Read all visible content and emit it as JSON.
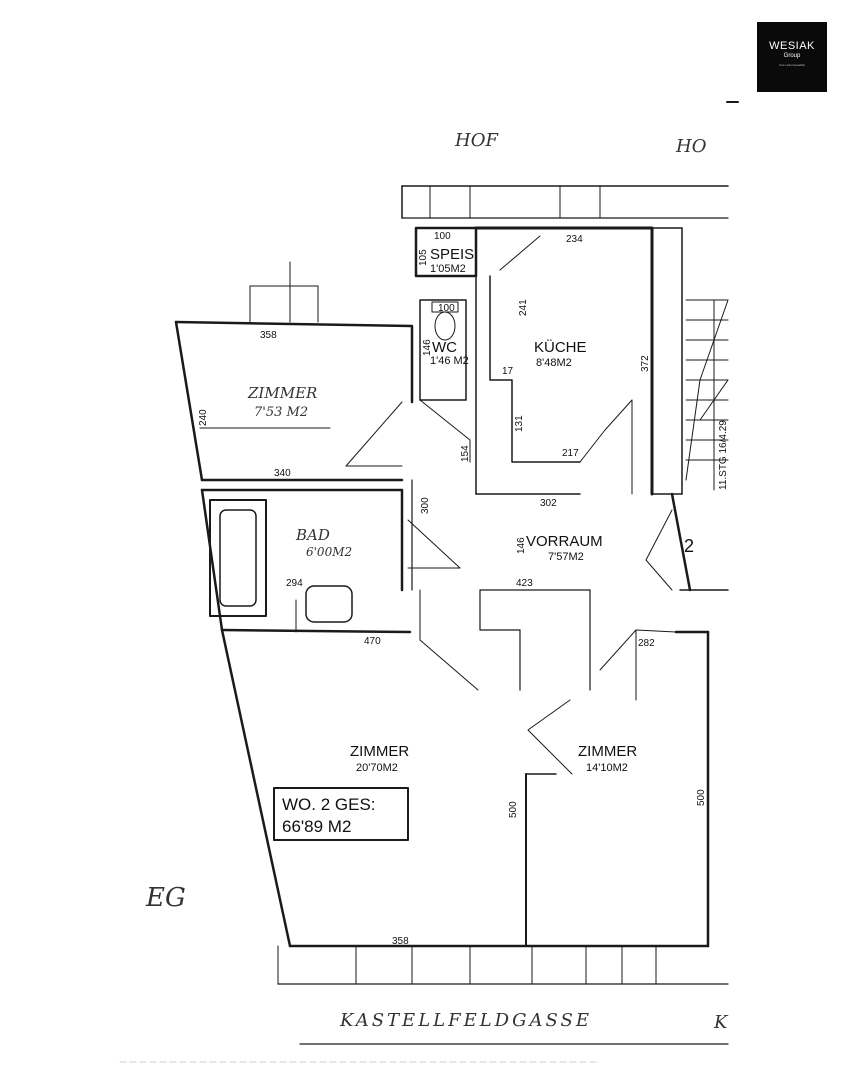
{
  "logo": {
    "brand": "WESIAK",
    "sub": "Group",
    "tagline": "Ihre Lebensqualität"
  },
  "labels": {
    "hof": "HOF",
    "hof_right": "HO",
    "street": "KASTELLFELDGASSE",
    "street_right": "K",
    "floor": "EG",
    "stair": "11.STG 16/4.29",
    "door_num": "2"
  },
  "rooms": {
    "speis": {
      "name": "SPEIS",
      "area": "1'05M2"
    },
    "wc": {
      "name": "WC",
      "area": "1'46 M2"
    },
    "kueche": {
      "name": "KÜCHE",
      "area": "8'48M2"
    },
    "zimmer_small": {
      "name": "ZIMMER",
      "area": "7'53 M2"
    },
    "bad": {
      "name": "BAD",
      "area": "6'00M2"
    },
    "vorraum": {
      "name": "VORRAUM",
      "area": "7'57M2"
    },
    "zimmer_big": {
      "name": "ZIMMER",
      "area": "20'70M2"
    },
    "zimmer_right": {
      "name": "ZIMMER",
      "area": "14'10M2"
    }
  },
  "summary": {
    "line1": "WO. 2  GES:",
    "line2": "66'89 M2"
  },
  "dims": {
    "d100a": "100",
    "d105": "105",
    "d234": "234",
    "d100b": "100",
    "d241": "241",
    "d146a": "146",
    "d372": "372",
    "d358a": "358",
    "d240": "240",
    "d17": "17",
    "d131": "131",
    "d154": "154",
    "d217": "217",
    "d340": "340",
    "d302": "302",
    "d300": "300",
    "d146b": "146",
    "d423": "423",
    "d294": "294",
    "d470": "470",
    "d282": "282",
    "d500a": "500",
    "d500b": "500",
    "d358b": "358"
  }
}
